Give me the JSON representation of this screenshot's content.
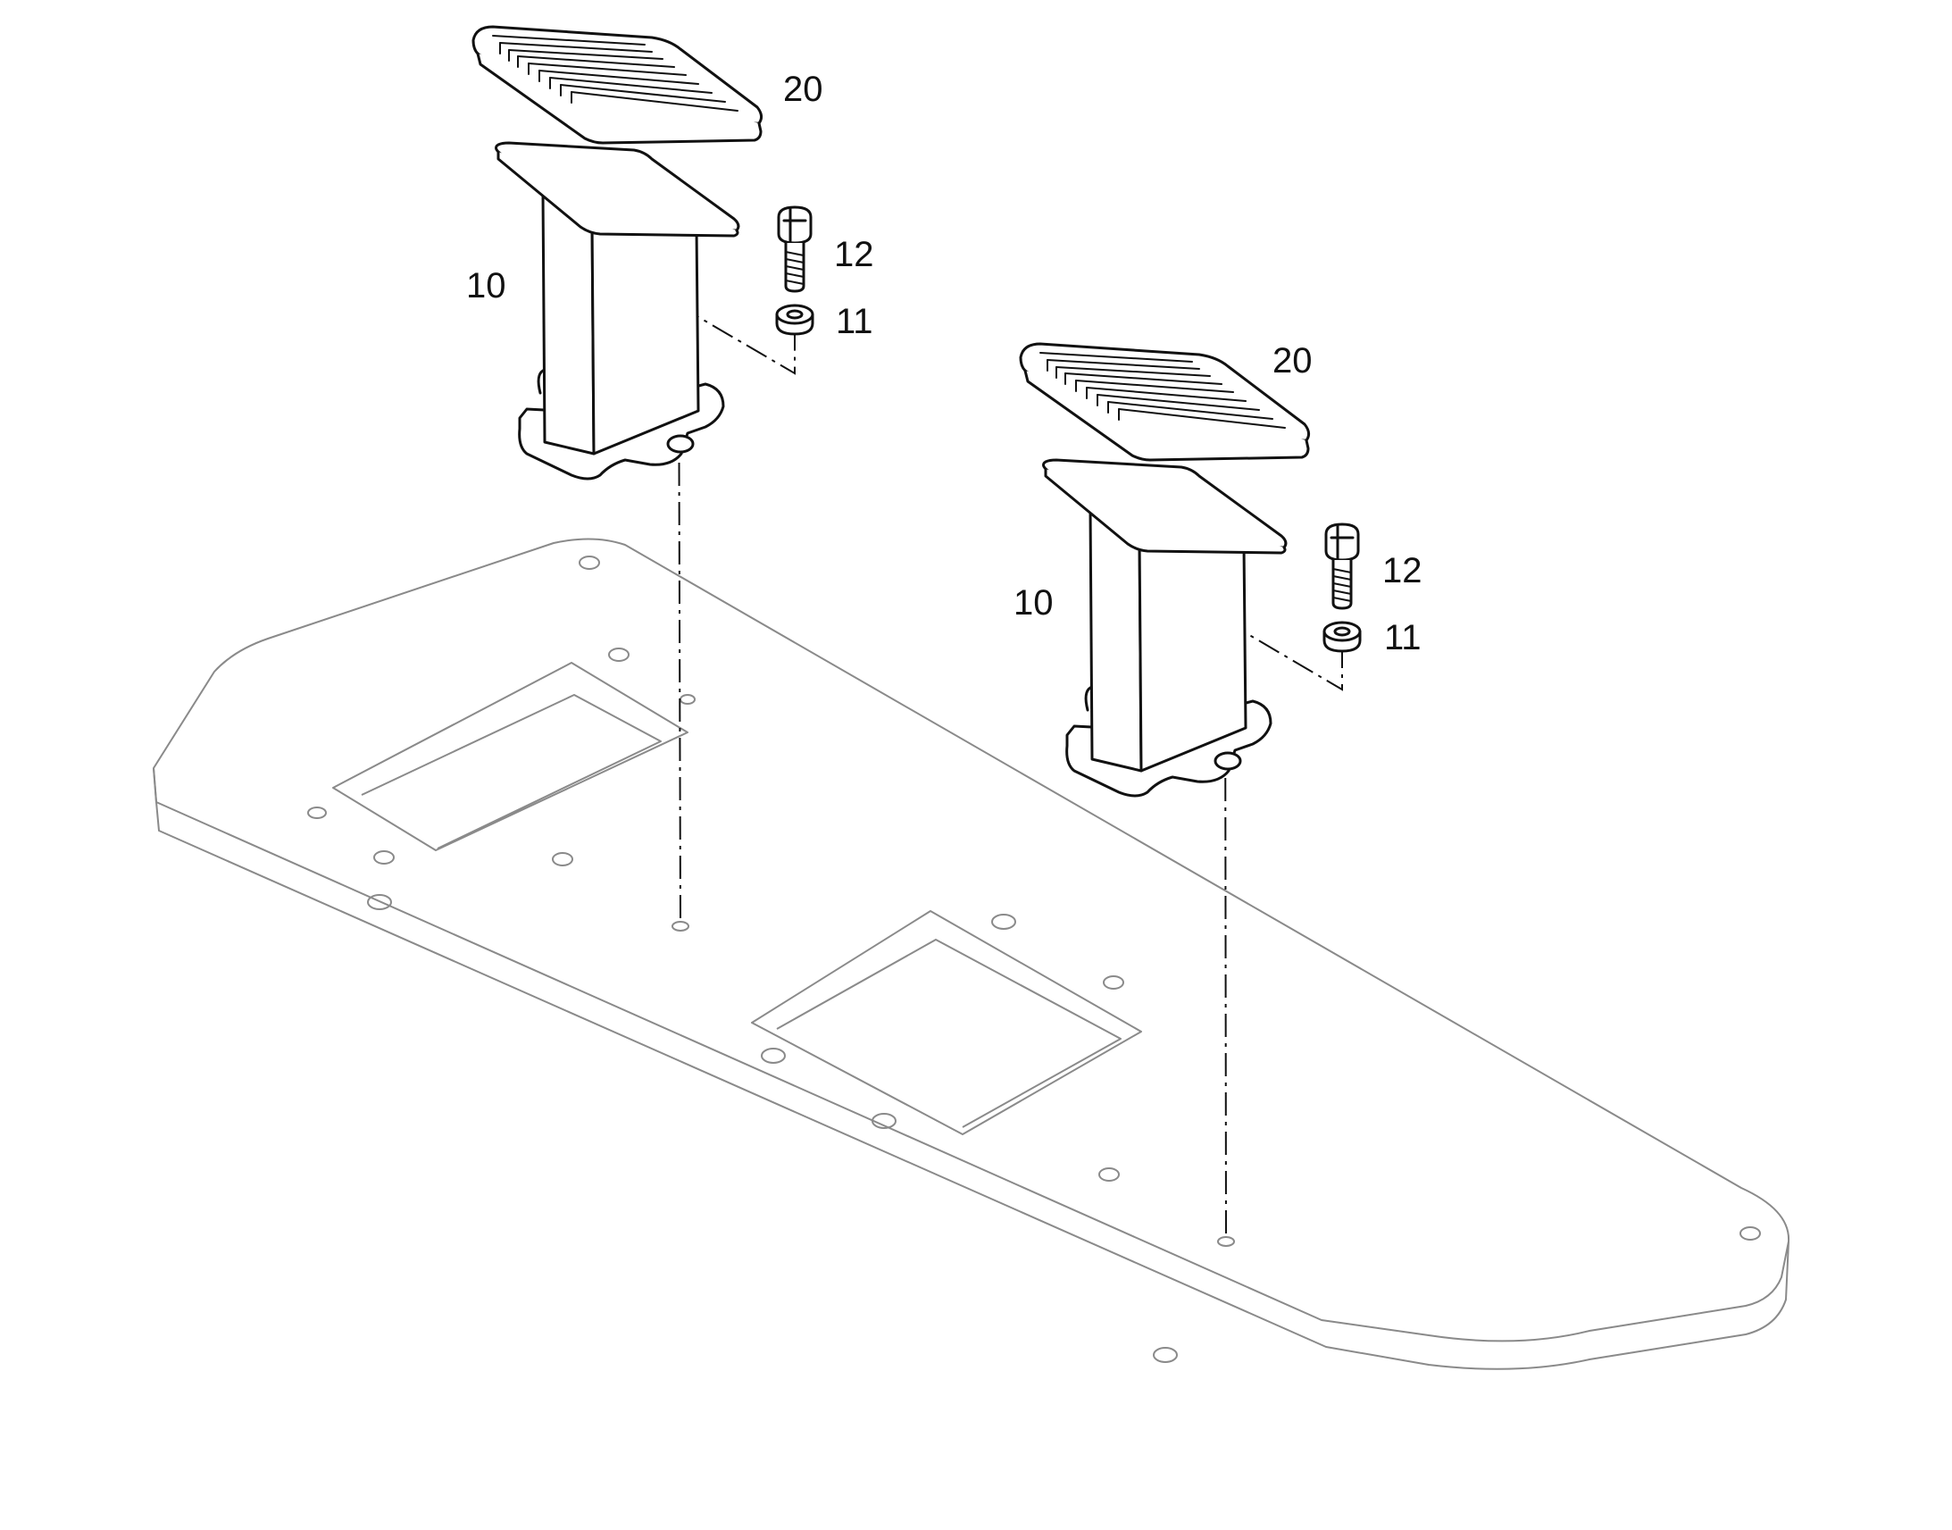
{
  "callouts": {
    "left_pad": "20",
    "left_pedal": "10",
    "left_bolt": "12",
    "left_washer": "11",
    "right_pad": "20",
    "right_pedal": "10",
    "right_bolt": "12",
    "right_washer": "11"
  },
  "colors": {
    "part_outline": "#111111",
    "plate_outline": "#8a8a8a",
    "background": "#ffffff"
  }
}
